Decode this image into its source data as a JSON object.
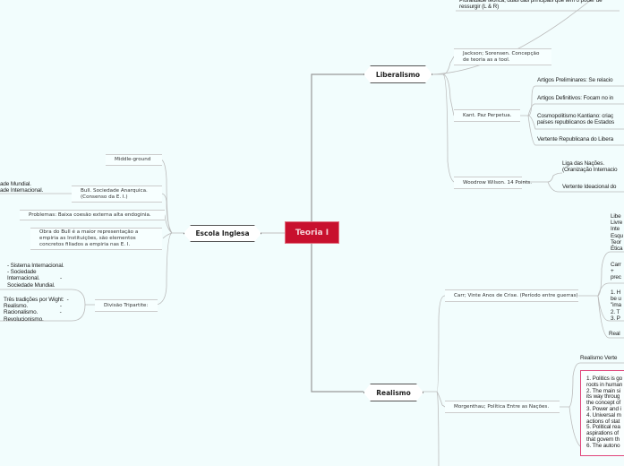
{
  "central": "Teoria I",
  "liberalismo": {
    "label": "Liberalismo",
    "top_note": "Pluralidade teórica, duas das principais que tem o poder de\nressurgir (L & R)",
    "jackson": "Jackson; Sorensen. Concepção\nde teoria as a tool.",
    "kant": {
      "label": "Kant. Paz Perpetua.",
      "children": [
        "Artigos Preliminares: Se relacio",
        "Artigos Definitivos: Focam no in",
        "Cosmopolitismo Kantiano: criaç\npaíses republicanos de Estados",
        "Vertente Republicana do Libera"
      ]
    },
    "wilson": {
      "label": "Woodrow Wilson. 14 Points.",
      "children": [
        "Liga das Nações.\n(Oranização Internacio",
        "Vertente Ideacional do"
      ]
    }
  },
  "realismo": {
    "label": "Realismo",
    "carr": {
      "label": "Carr; Vinte Anos de Crise. (Período entre guerras)",
      "children": [
        "Libe\nLivre\nInte\nEsqu\nTeor\nÉtica",
        "Carr\n+\nprec",
        "1. H\nbe u\n\"ima\n2. T\n3. P",
        "Real"
      ]
    },
    "morgenthau": {
      "label": "Morgenthau; Política Entre as Nações.",
      "vertente": "Realismo Verte",
      "principles": "1. Politics is go\nroots in human\n2. The main si\nits way throug\nthe concept of\n3. Power and i\n4. Universal m\nactions of stat\n5. Political rea\naspirations of\nthat govern th\n6. The autono"
    }
  },
  "escola": {
    "label": "Escola Inglesa",
    "middle": "Middle-ground",
    "bull": "Bull. Sociedade Anarquica.\n(Consenso da E. I.)",
    "bull_child": "ade Mundial.\nade Internacional.",
    "problemas": "Problemas: Baixa coesão externa alta endoginia.",
    "obra": "Obra do Bull é a maior representação a\nempiria as Instituições, são elementos\nconcretos filiados a empiria nas E. I.",
    "divisao": "Divisão Tripartite:",
    "sistema": "- Sistema Internacional.\n- Sociedade\nInternacional.              -\nSociedade Mundial.",
    "tres": "Três tradições por Wight:  -\nRealismo.                      -\nRacionalismo.               -\nRevolucionismo."
  }
}
